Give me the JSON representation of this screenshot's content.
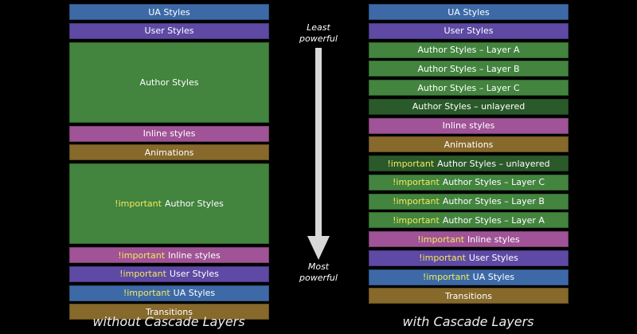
{
  "colors": {
    "ua": "#3d6aa7",
    "user": "#5e4aa4",
    "author": "#43843f",
    "author_dark": "#2b5a2a",
    "inline": "#a05396",
    "animations": "#86692b",
    "important_text": "#f3ea5b",
    "arrow": "#d8d8d8"
  },
  "left_column": {
    "caption": "without Cascade Layers",
    "boxes": [
      {
        "important": "",
        "label": "UA Styles",
        "color": "ua",
        "height_rows": 1
      },
      {
        "important": "",
        "label": "User Styles",
        "color": "user",
        "height_rows": 1
      },
      {
        "important": "",
        "label": "Author Styles",
        "color": "author",
        "height_rows": 4
      },
      {
        "important": "",
        "label": "Inline styles",
        "color": "inline",
        "height_rows": 1
      },
      {
        "important": "",
        "label": "Animations",
        "color": "animations",
        "height_rows": 1
      },
      {
        "important": "!important",
        "label": "Author Styles",
        "color": "author",
        "height_rows": 4
      },
      {
        "important": "!important",
        "label": "Inline styles",
        "color": "inline",
        "height_rows": 1
      },
      {
        "important": "!important",
        "label": "User Styles",
        "color": "user",
        "height_rows": 1
      },
      {
        "important": "!important",
        "label": "UA Styles",
        "color": "ua",
        "height_rows": 1
      },
      {
        "important": "",
        "label": "Transitions",
        "color": "animations",
        "height_rows": 1
      }
    ]
  },
  "right_column": {
    "caption": "with Cascade Layers",
    "boxes": [
      {
        "important": "",
        "label": "UA Styles",
        "color": "ua",
        "height_rows": 1
      },
      {
        "important": "",
        "label": "User Styles",
        "color": "user",
        "height_rows": 1
      },
      {
        "important": "",
        "label": "Author Styles – Layer A",
        "color": "author",
        "height_rows": 1
      },
      {
        "important": "",
        "label": "Author Styles – Layer B",
        "color": "author",
        "height_rows": 1
      },
      {
        "important": "",
        "label": "Author Styles – Layer C",
        "color": "author",
        "height_rows": 1
      },
      {
        "important": "",
        "label": "Author Styles – unlayered",
        "color": "author_dark",
        "height_rows": 1
      },
      {
        "important": "",
        "label": "Inline styles",
        "color": "inline",
        "height_rows": 1
      },
      {
        "important": "",
        "label": "Animations",
        "color": "animations",
        "height_rows": 1
      },
      {
        "important": "!important",
        "label": "Author Styles – unlayered",
        "color": "author_dark",
        "height_rows": 1
      },
      {
        "important": "!important",
        "label": "Author Styles – Layer C",
        "color": "author",
        "height_rows": 1
      },
      {
        "important": "!important",
        "label": "Author Styles – Layer B",
        "color": "author",
        "height_rows": 1
      },
      {
        "important": "!important",
        "label": "Author Styles – Layer A",
        "color": "author",
        "height_rows": 1
      },
      {
        "important": "!important",
        "label": "Inline styles",
        "color": "inline",
        "height_rows": 1
      },
      {
        "important": "!important",
        "label": "User Styles",
        "color": "user",
        "height_rows": 1
      },
      {
        "important": "!important",
        "label": "UA Styles",
        "color": "ua",
        "height_rows": 1
      },
      {
        "important": "",
        "label": "Transitions",
        "color": "animations",
        "height_rows": 1
      }
    ]
  },
  "arrow": {
    "top_label_line1": "Least",
    "top_label_line2": "powerful",
    "bottom_label_line1": "Most",
    "bottom_label_line2": "powerful"
  }
}
